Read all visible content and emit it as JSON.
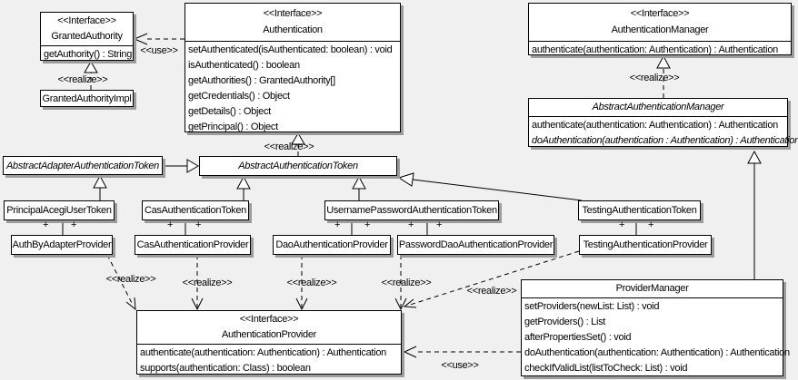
{
  "labels": {
    "use": "<<use>>",
    "realize": "<<realize>>",
    "plus": "+"
  },
  "classes": {
    "granted_authority": {
      "stereotype": "<<Interface>>",
      "name": "GrantedAuthority",
      "methods": [
        "getAuthority() : String"
      ]
    },
    "granted_authority_impl": {
      "name": "GrantedAuthorityImpl"
    },
    "authentication": {
      "stereotype": "<<Interface>>",
      "name": "Authentication",
      "methods": [
        "setAuthenticated(isAuthenticated: boolean) : void",
        "isAuthenticated() : boolean",
        "getAuthorities() : GrantedAuthority[]",
        "getCredentials() : Object",
        "getDetails() : Object",
        "getPrincipal() : Object"
      ]
    },
    "authentication_manager": {
      "stereotype": "<<Interface>>",
      "name": "AuthenticationManager",
      "methods": [
        "authenticate(authentication: Authentication) : Authentication"
      ]
    },
    "abstract_authentication_manager": {
      "name": "AbstractAuthenticationManager",
      "methods": [
        "authenticate(authentication: Authentication) : Authentication",
        "doAuthentication(authentication : Authentication) : Authentication"
      ]
    },
    "abstract_adapter_authentication_token": {
      "name": "AbstractAdapterAuthenticationToken"
    },
    "abstract_authentication_token": {
      "name": "AbstractAuthenticationToken"
    },
    "principal_acegi_user_token": {
      "name": "PrincipalAcegiUserToken"
    },
    "cas_authentication_token": {
      "name": "CasAuthenticationToken"
    },
    "username_password_authentication_token": {
      "name": "UsernamePasswordAuthenticationToken"
    },
    "testing_authentication_token": {
      "name": "TestingAuthenticationToken"
    },
    "auth_by_adapter_provider": {
      "name": "AuthByAdapterProvider"
    },
    "cas_authentication_provider": {
      "name": "CasAuthenticationProvider"
    },
    "dao_authentication_provider": {
      "name": "DaoAuthenticationProvider"
    },
    "password_dao_authentication_provider": {
      "name": "PasswordDaoAuthenticationProvider"
    },
    "testing_authentication_provider": {
      "name": "TestingAuthenticationProvider"
    },
    "authentication_provider": {
      "stereotype": "<<Interface>>",
      "name": "AuthenticationProvider",
      "methods": [
        "authenticate(authentication: Authentication) : Authentication",
        "supports(authentication: Class) : boolean"
      ]
    },
    "provider_manager": {
      "name": "ProviderManager",
      "methods": [
        "setProviders(newList: List) : void",
        "getProviders() : List",
        "afterPropertiesSet() : void",
        "doAuthentication(authentication: Authentication) : Authentication",
        "checkIfValidList(listToCheck: List) : void"
      ]
    }
  }
}
